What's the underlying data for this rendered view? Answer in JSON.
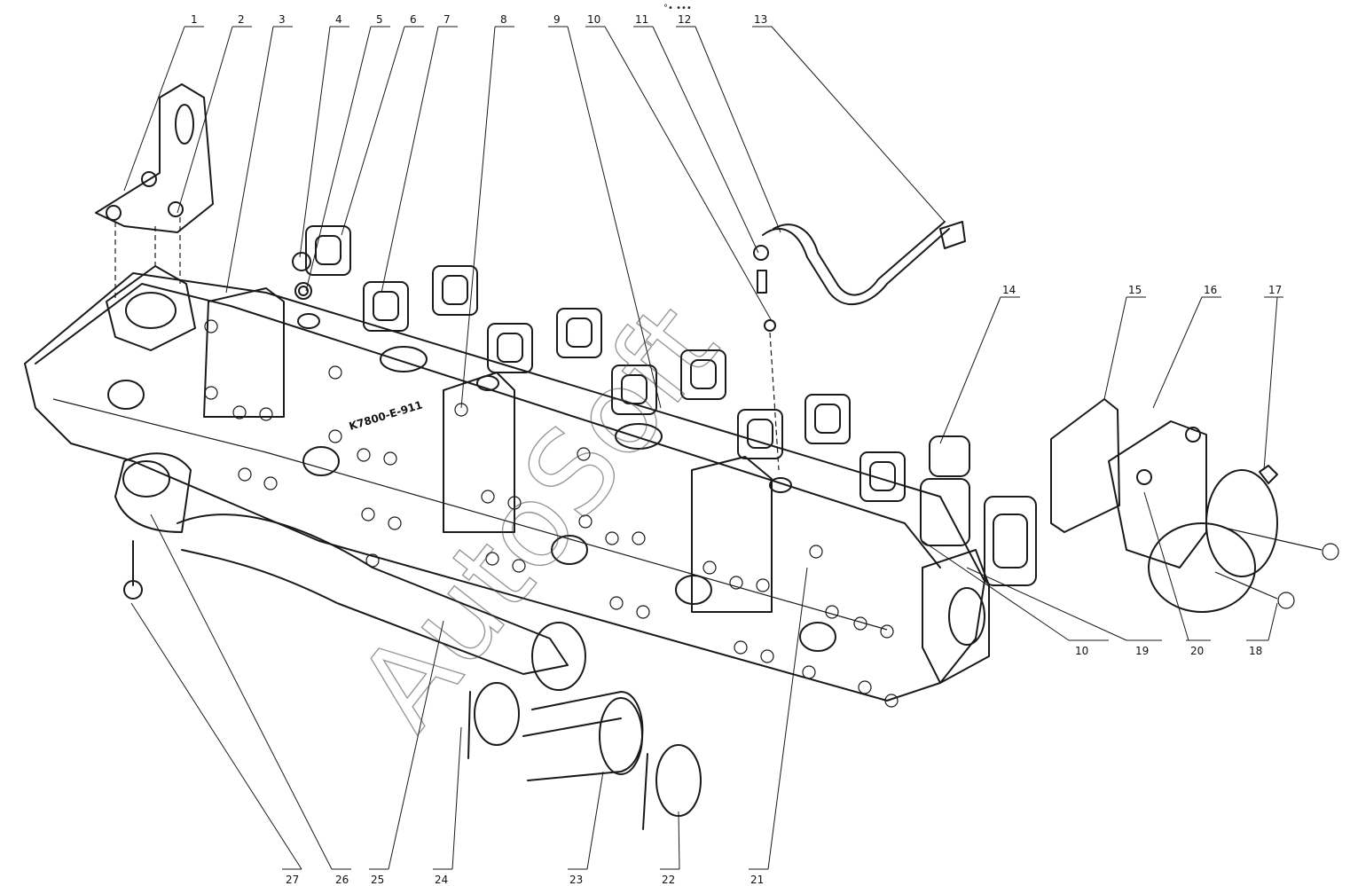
{
  "watermark": "AutoSoft",
  "top_mark": "°• •••",
  "manifold_casting_label": "K7800-E-911",
  "callouts": {
    "c1": "1",
    "c2": "2",
    "c3": "3",
    "c4": "4",
    "c5": "5",
    "c6": "6",
    "c7": "7",
    "c8": "8",
    "c9": "9",
    "c10a": "10",
    "c11": "11",
    "c12": "12",
    "c13": "13",
    "c14": "14",
    "c15": "15",
    "c16": "16",
    "c17": "17",
    "c10b": "10",
    "c19": "19",
    "c20": "20",
    "c18": "18",
    "c27": "27",
    "c26": "26",
    "c25": "25",
    "c24": "24",
    "c23": "23",
    "c22": "22",
    "c21": "21"
  }
}
